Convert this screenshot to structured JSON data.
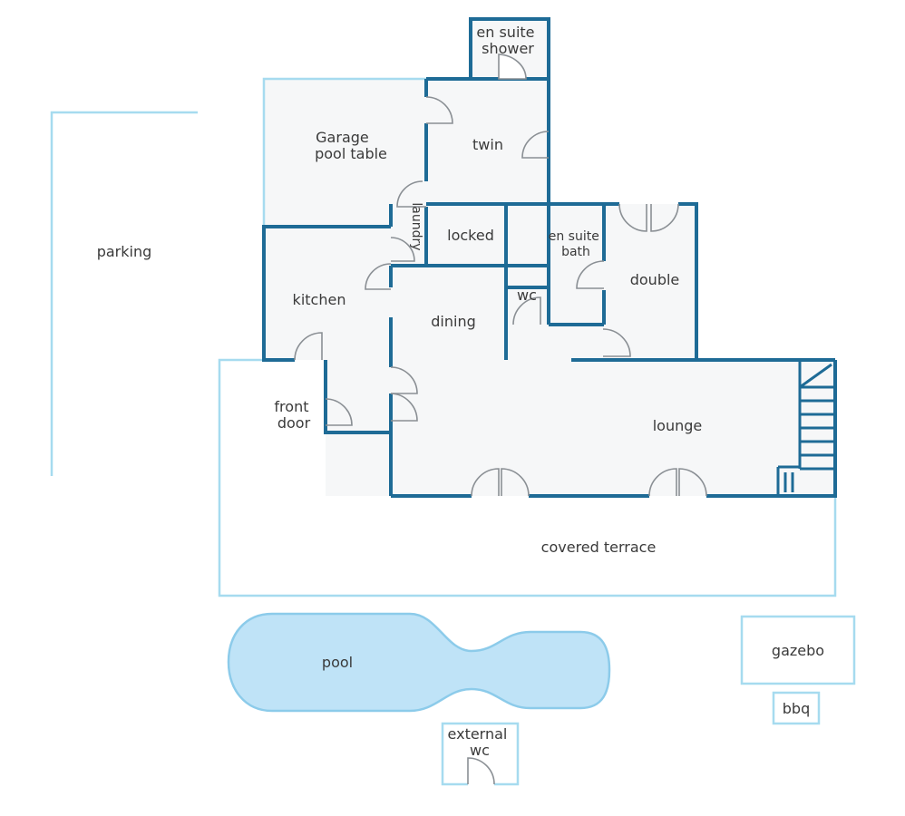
{
  "rooms": {
    "ensuite_shower": [
      "en suite",
      "shower"
    ],
    "garage": [
      "Garage",
      "pool table"
    ],
    "twin": "twin",
    "parking": "parking",
    "laundry": "laundry",
    "locked": "locked",
    "ensuite_bath": [
      "en suite",
      "bath"
    ],
    "double": "double",
    "kitchen": "kitchen",
    "wc": "wc",
    "dining": "dining",
    "front_door": [
      "front",
      "door"
    ],
    "lounge": "lounge",
    "covered_terrace": "covered terrace",
    "pool": "pool",
    "gazebo": "gazebo",
    "bbq": "bbq",
    "external_wc": [
      "external",
      "wc"
    ]
  },
  "colors": {
    "wall": "#1e6b96",
    "outline_light": "#a6dbef",
    "floor": "#f6f7f8",
    "pool_fill": "#bfe3f7",
    "door": "#8a8f94"
  }
}
